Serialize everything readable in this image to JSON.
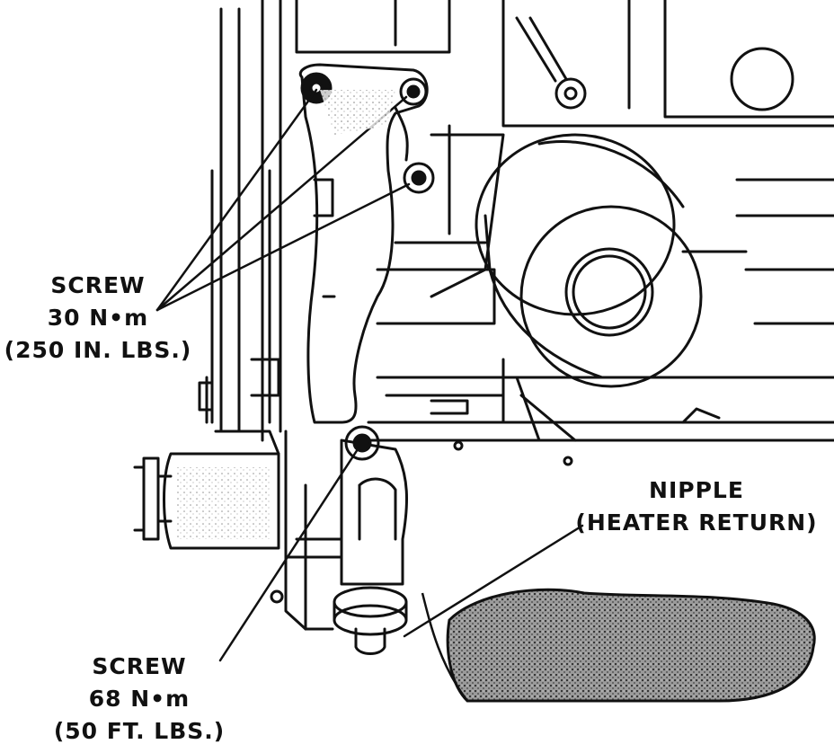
{
  "callouts": {
    "upper_screw": {
      "name": "SCREW",
      "torque_metric": "30 N•m",
      "torque_imperial": "(250 IN. LBS.)"
    },
    "lower_screw": {
      "name": "SCREW",
      "torque_metric": "68 N•m",
      "torque_imperial": "(50 FT. LBS.)"
    },
    "nipple": {
      "name": "NIPPLE",
      "description": "(HEATER RETURN)"
    }
  },
  "colors": {
    "ink": "#111111",
    "paper": "#ffffff",
    "shade": "#8a8a8a"
  }
}
